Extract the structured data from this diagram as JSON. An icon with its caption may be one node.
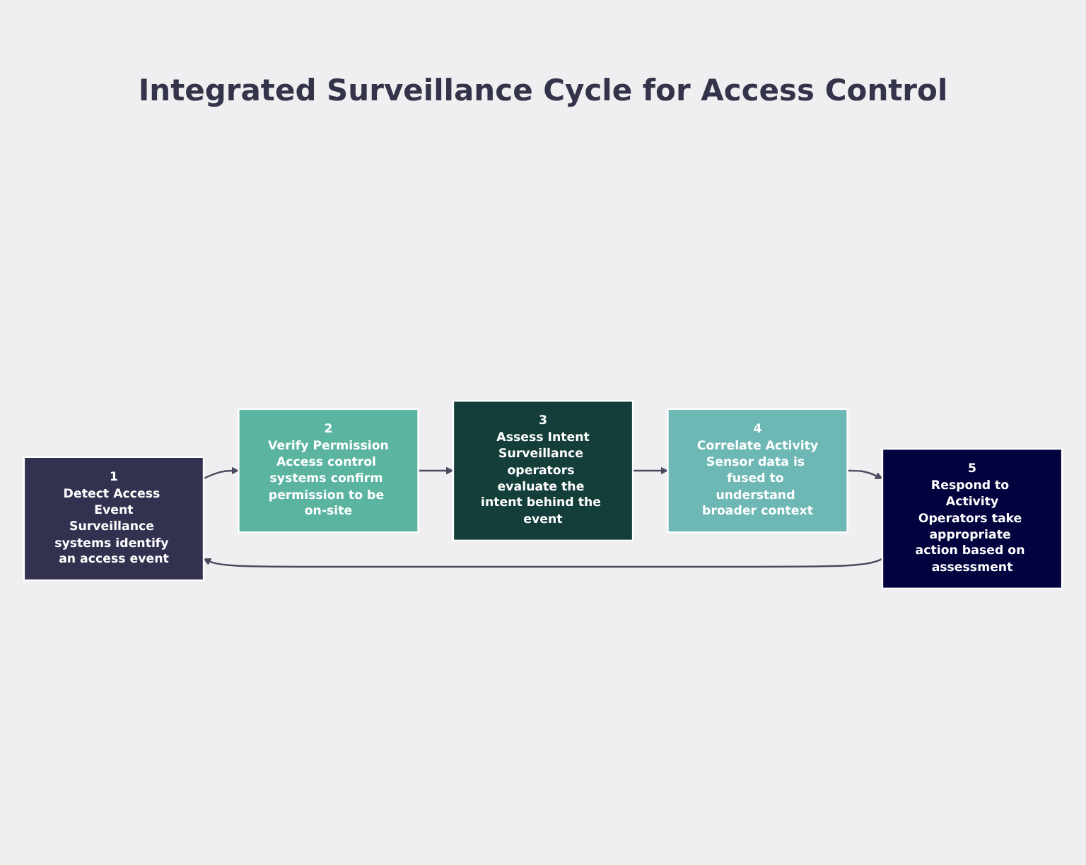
{
  "diagram": {
    "title": "Integrated Surveillance Cycle for Access Control",
    "nodes": [
      {
        "text": [
          "1",
          "Detect Access Event",
          "Surveillance systems identify an access event"
        ]
      },
      {
        "text": [
          "2",
          "Verify Permission",
          "Access control systems confirm permission to be on-site"
        ]
      },
      {
        "text": [
          "3",
          "Assess Intent",
          "Surveillance operators evaluate the intent behind the event"
        ]
      },
      {
        "text": [
          "4",
          "Correlate Activity",
          "Sensor data is fused to understand broader context"
        ]
      },
      {
        "text": [
          "5",
          "Respond to Activity",
          "Operators take appropriate action based on assessment"
        ]
      }
    ],
    "edges": [
      {
        "from": 0,
        "to": 1,
        "arrow": "to"
      },
      {
        "from": 1,
        "to": 2,
        "arrow": "to"
      },
      {
        "from": 2,
        "to": 3,
        "arrow": "to"
      },
      {
        "from": 3,
        "to": 4,
        "arrow": "to"
      },
      {
        "from": 4,
        "to": 0,
        "arrow": "to"
      }
    ]
  }
}
